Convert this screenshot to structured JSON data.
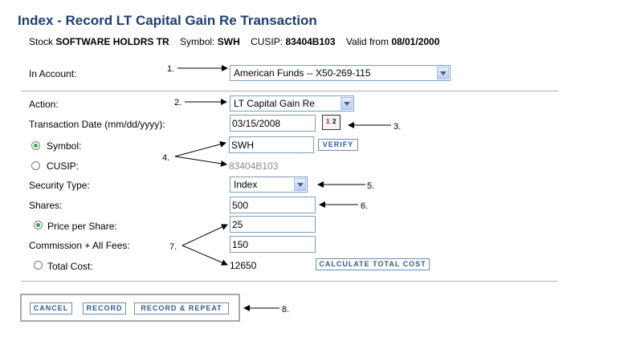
{
  "page": {
    "title": "Index - Record LT Capital Gain Re Transaction",
    "stock_label": "Stock",
    "stock_name": "SOFTWARE HOLDRS TR",
    "symbol_label": "Symbol:",
    "symbol_value": "SWH",
    "cusip_label": "CUSIP:",
    "cusip_value": "83404B103",
    "valid_label": "Valid from",
    "valid_value": "08/01/2000"
  },
  "form": {
    "account_label": "In Account:",
    "account_value": "American Funds -- X50-269-115",
    "action_label": "Action:",
    "action_value": "LT Capital Gain Re",
    "date_label": "Transaction Date (mm/dd/yyyy):",
    "date_value": "03/15/2008",
    "symbol_label": "Symbol:",
    "symbol_value": "SWH",
    "verify_label": "VERIFY",
    "cusip_label": "CUSIP:",
    "cusip_value": "83404B103",
    "security_type_label": "Security Type:",
    "security_type_value": "Index",
    "shares_label": "Shares:",
    "shares_value": "500",
    "price_label": "Price per Share:",
    "price_value": "25",
    "commission_label": "Commission + All Fees:",
    "commission_value": "150",
    "total_label": "Total Cost:",
    "total_value": "12650",
    "calc_label": "CALCULATE TOTAL COST"
  },
  "buttons": {
    "cancel": "CANCEL",
    "record": "RECORD",
    "record_repeat": "RECORD & REPEAT"
  },
  "annotations": {
    "a1": "1.",
    "a2": "2.",
    "a3": "3.",
    "a4": "4.",
    "a5": "5.",
    "a6": "6.",
    "a7": "7.",
    "a8": "8."
  },
  "icons": {
    "calendar": "calendar-icon",
    "calendar_digits": [
      "1",
      "2"
    ]
  },
  "colors": {
    "title": "#1b3f73",
    "button_text": "#2d5b8e",
    "radio_selected": "#3aa43a"
  }
}
